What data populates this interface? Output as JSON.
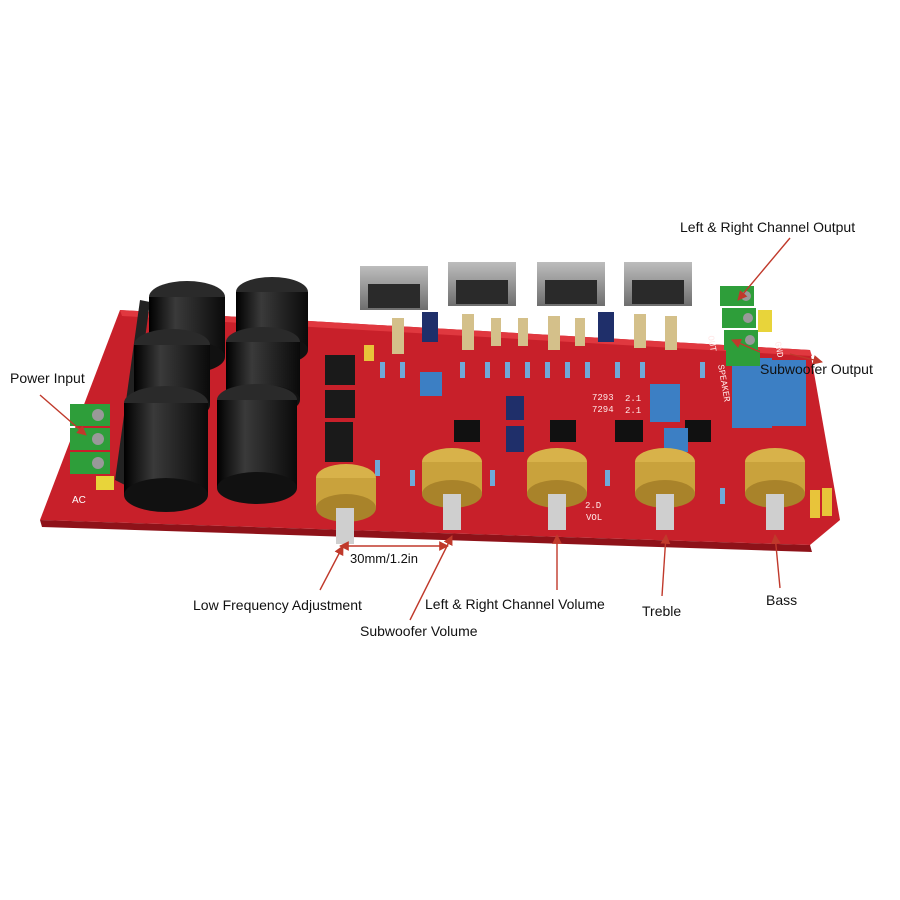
{
  "labels": {
    "power_input": "Power Input",
    "lr_output": "Left & Right Channel Output",
    "sub_output": "Subwoofer Output",
    "dimension": "30mm/1.2in",
    "low_freq": "Low Frequency Adjustment",
    "lr_volume": "Left & Right Channel Volume",
    "sub_volume": "Subwoofer Volume",
    "treble": "Treble",
    "bass": "Bass"
  },
  "board_text": {
    "ac": "AC",
    "model_a": "7293",
    "model_b": "7294",
    "ch_a": "2.1",
    "ch_b": "2.1",
    "speaker": "SPEAKER",
    "out": "OUT",
    "gnd": "GND",
    "vol": "VOL",
    "two_d": "2.D"
  },
  "colors": {
    "pcb": "#c8202a",
    "arrow": "#c0392b",
    "capacitor": "#1a1a1a",
    "terminal": "#2e9e3a",
    "film_cap": "#3c7fc4",
    "pot": "#d8b24a",
    "heatsink": "#9a9a9a"
  }
}
